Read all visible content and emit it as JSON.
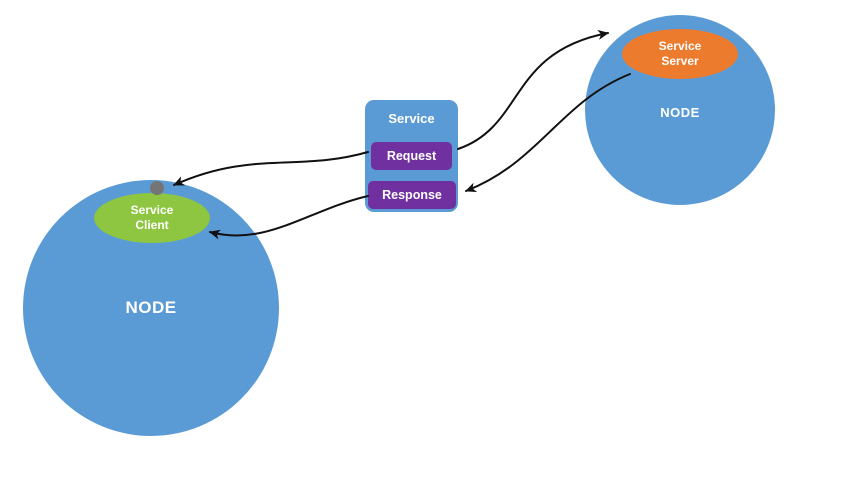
{
  "left_node": {
    "label": "NODE"
  },
  "right_node": {
    "label": "NODE"
  },
  "service_client": {
    "line1": "Service",
    "line2": "Client"
  },
  "service_server": {
    "line1": "Service",
    "line2": "Server"
  },
  "service_box": {
    "title": "Service",
    "request_label": "Request",
    "response_label": "Response"
  },
  "colors": {
    "node_blue": "#5b9bd5",
    "client_green": "#8ec641",
    "server_orange": "#ec7b2e",
    "message_purple": "#7030a0",
    "connection_dot_gray": "#757575",
    "arrow_black": "#111111",
    "background": "#ffffff",
    "text_white": "#ffffff"
  }
}
